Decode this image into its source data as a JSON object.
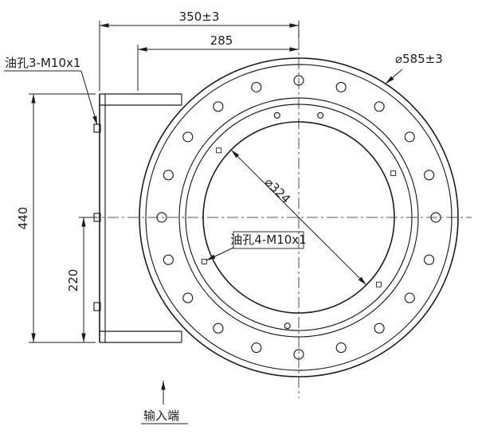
{
  "drawing": {
    "labels": {
      "oil_hole_3": "油孔3-M10x1",
      "oil_hole_4": "油孔4-M10x1",
      "input_end": "输入端"
    },
    "dimensions": {
      "overall_width": "350±3",
      "flange_offset": "285",
      "overall_height": "440",
      "half_height": "220",
      "outer_diameter": "⌀585±3",
      "bore_diameter": "⌀324"
    },
    "colors": {
      "line": "#1c1c1c",
      "background": "#ffffff"
    }
  }
}
